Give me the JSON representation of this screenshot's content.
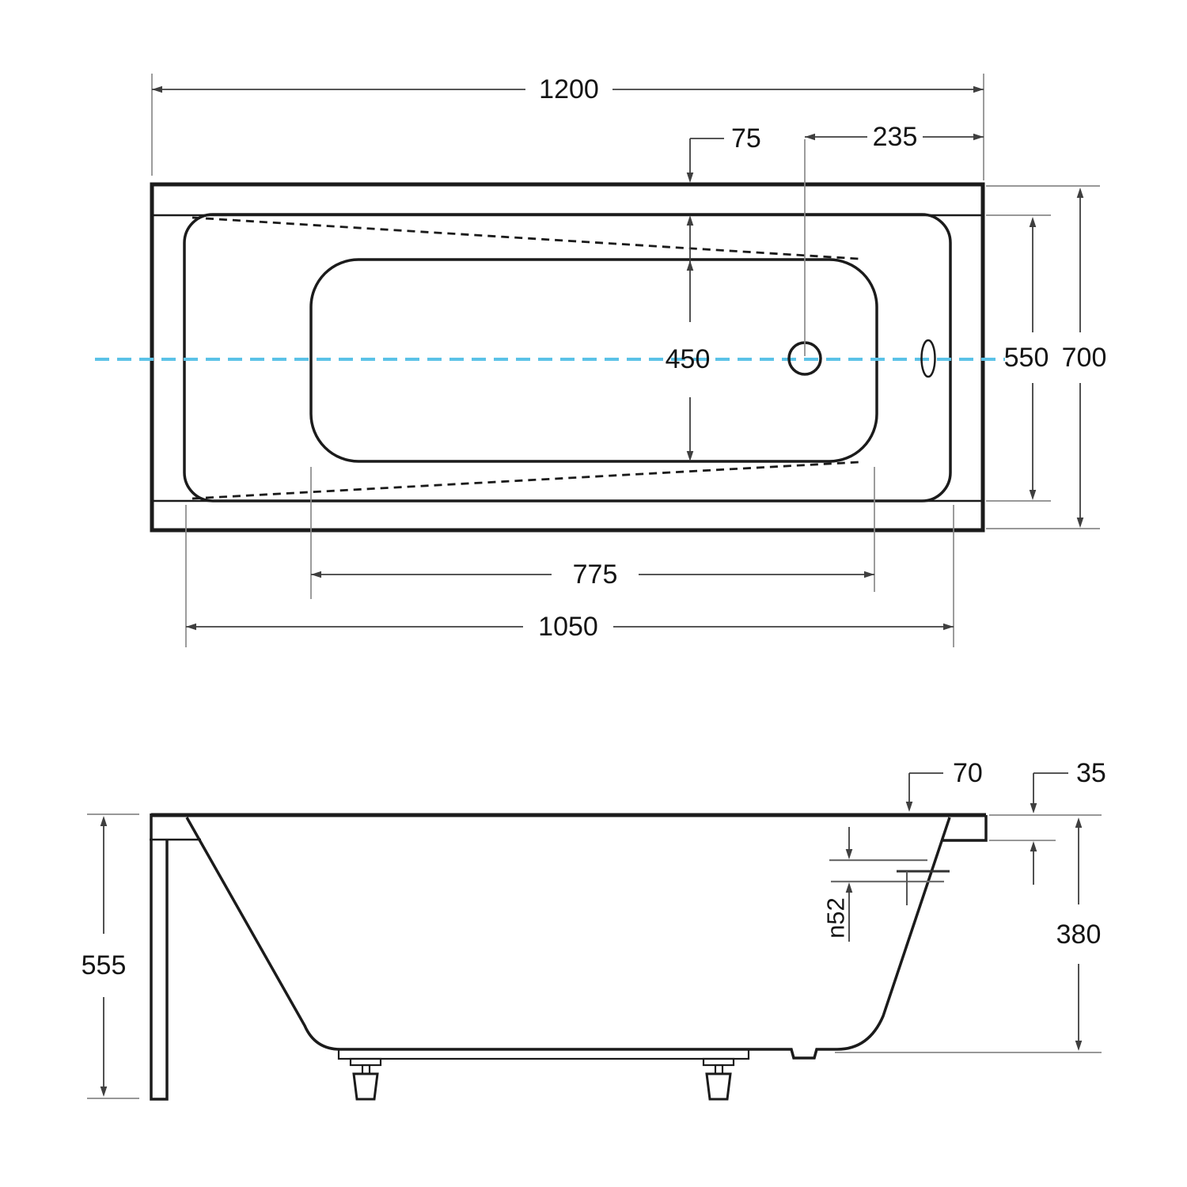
{
  "page": {
    "background": "#ffffff"
  },
  "drawing": {
    "kind": "bathtub-technical-drawing-two-views",
    "colors": {
      "outline": "#1b1b1b",
      "dimension": "#3f3f3f",
      "extension": "#8a8a8a",
      "centerline": "#5bc2e7",
      "text": "#141414"
    },
    "top_view": {
      "overall_length": "1200",
      "rim_side_width": "75",
      "drain_to_edge": "235",
      "floor_width": "450",
      "inner_width": "550",
      "overall_width": "700",
      "floor_length": "775",
      "inner_length": "1050"
    },
    "side_view": {
      "rim_offset": "70",
      "rim_height": "35",
      "overflow_diameter": "n52",
      "body_depth": "380",
      "overall_height": "555"
    }
  }
}
